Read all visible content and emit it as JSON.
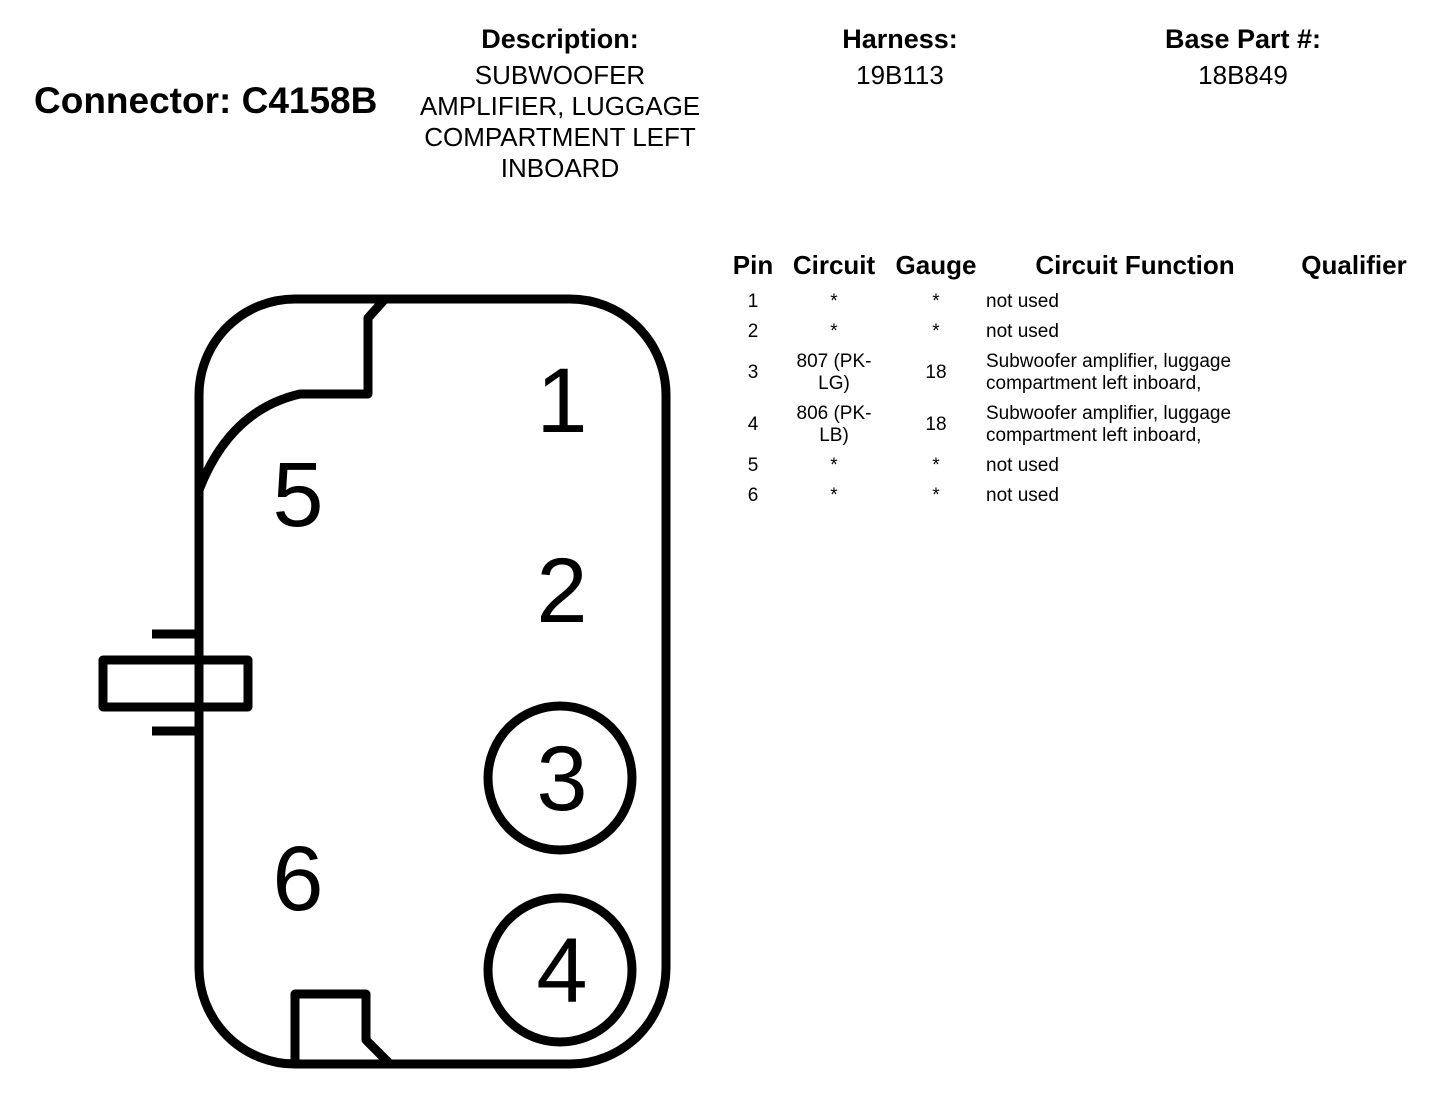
{
  "connector": {
    "label": "Connector: C4158B"
  },
  "description": {
    "header": "Description:",
    "lines": [
      "SUBWOOFER",
      "AMPLIFIER, LUGGAGE",
      "COMPARTMENT LEFT",
      "INBOARD"
    ]
  },
  "harness": {
    "header": "Harness:",
    "value": "19B113"
  },
  "base_part": {
    "header": "Base Part #:",
    "value": "18B849"
  },
  "table": {
    "headers": {
      "pin": "Pin",
      "circuit": "Circuit",
      "gauge": "Gauge",
      "function": "Circuit Function",
      "qualifier": "Qualifier"
    },
    "rows": [
      {
        "pin": "1",
        "circuit": "*",
        "gauge": "*",
        "function": "not used",
        "qualifier": ""
      },
      {
        "pin": "2",
        "circuit": "*",
        "gauge": "*",
        "function": "not used",
        "qualifier": ""
      },
      {
        "pin": "3",
        "circuit": "807 (PK-LG)",
        "gauge": "18",
        "function": "Subwoofer amplifier, luggage compartment left inboard,",
        "qualifier": ""
      },
      {
        "pin": "4",
        "circuit": "806 (PK-LB)",
        "gauge": "18",
        "function": "Subwoofer amplifier, luggage compartment left inboard,",
        "qualifier": ""
      },
      {
        "pin": "5",
        "circuit": "*",
        "gauge": "*",
        "function": "not used",
        "qualifier": ""
      },
      {
        "pin": "6",
        "circuit": "*",
        "gauge": "*",
        "function": "not used",
        "qualifier": ""
      }
    ]
  },
  "diagram": {
    "pin_labels": [
      "1",
      "2",
      "3",
      "4",
      "5",
      "6"
    ],
    "circled_pins": [
      "3",
      "4"
    ]
  }
}
